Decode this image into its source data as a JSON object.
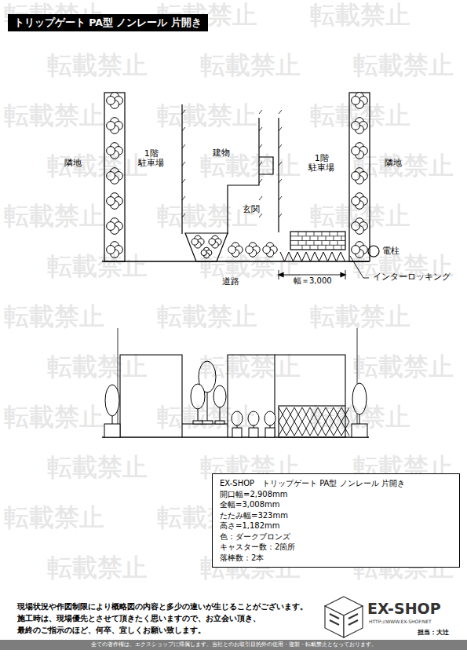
{
  "diagram": {
    "title": "トリップゲート PA型 ノンレール 片開き",
    "nodes": [
      {
        "text": [
          "EX-SHOP　トリップゲート PA型 ノンレール 片開き",
          "開口幅=2,908mm",
          "全幅=3,008mm",
          "たたみ幅=323mm",
          "高さ=1,182mm",
          "色：ダークブロンズ",
          "キャスター数：2箇所",
          "落棒数：2本"
        ]
      },
      {
        "text": [
          "全ての著作権は、エクスショップに帰属します。当社とのお取引目的外の使用・複製・転載禁止となっております。"
        ]
      }
    ],
    "labels": [
      "隣地",
      "1階 駐車場",
      "建物",
      "玄関",
      "1階 駐車場",
      "隣地",
      "電柱",
      "道路",
      "幅＝3,000",
      "インターロッキング",
      "現場状況や作図制限により概略図の内容と多少の違いが生じることがございます。",
      "施工時は、現場優先とさせて頂きたく思いますので、お立会い頂き、",
      "最終のご指示のほど、何卒、宜しくお願い致します。",
      "EX-SHOP",
      "HTTP://WWW.EX-SHOP.NET",
      "担当：大辻",
      "転載禁止",
      "転載禁止",
      "転載禁止",
      "転載禁止",
      "転載禁止",
      "転載禁止",
      "転載禁止",
      "転載禁止",
      "転載禁止",
      "転載禁止",
      "転載禁止",
      "転載禁止",
      "転載禁止",
      "転載禁止",
      "転載禁止",
      "転載禁止",
      "転載禁止",
      "転載禁止",
      "転載禁止",
      "転載禁止",
      "転載禁止",
      "転載禁止",
      "転載禁止",
      "転載禁止",
      "転載禁止",
      "転載禁止",
      "転載禁止",
      "転載禁止",
      "転載禁止",
      "転載禁止",
      "転載禁止",
      "転載禁止",
      "転載禁止",
      "転載禁止",
      "転載禁止",
      "転載禁止"
    ]
  }
}
